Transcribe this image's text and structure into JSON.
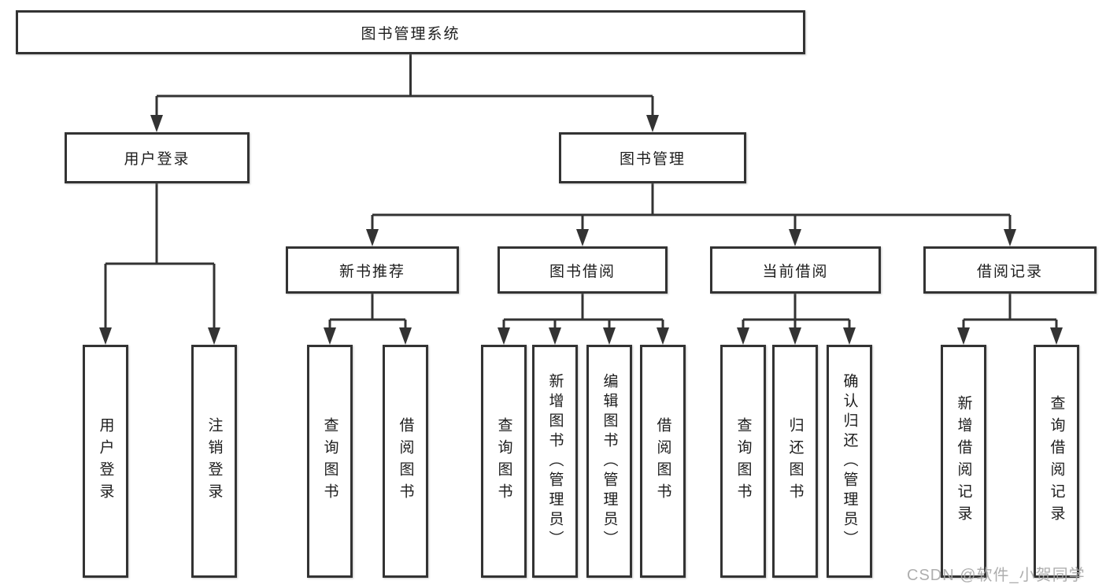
{
  "tree": {
    "label": "图书管理系统",
    "children": [
      {
        "label": "用户登录",
        "children": [
          {
            "label": "用户登录"
          },
          {
            "label": "注销登录"
          }
        ]
      },
      {
        "label": "图书管理",
        "children": [
          {
            "label": "新书推荐",
            "children": [
              {
                "label": "查询图书"
              },
              {
                "label": "借阅图书"
              }
            ]
          },
          {
            "label": "图书借阅",
            "children": [
              {
                "label": "查询图书"
              },
              {
                "label": "新增图书（管理员）"
              },
              {
                "label": "编辑图书（管理员）"
              },
              {
                "label": "借阅图书"
              }
            ]
          },
          {
            "label": "当前借阅",
            "children": [
              {
                "label": "查询图书"
              },
              {
                "label": "归还图书"
              },
              {
                "label": "确认归还（管理员）"
              }
            ]
          },
          {
            "label": "借阅记录",
            "children": [
              {
                "label": "新增借阅记录"
              },
              {
                "label": "查询借阅记录"
              }
            ]
          }
        ]
      }
    ]
  },
  "watermark": "CSDN @软件_小贺同学",
  "colors": {
    "line": "#333333",
    "text": "#1d1d1d",
    "background": "#ffffff",
    "watermark": "#a6a6a6"
  }
}
